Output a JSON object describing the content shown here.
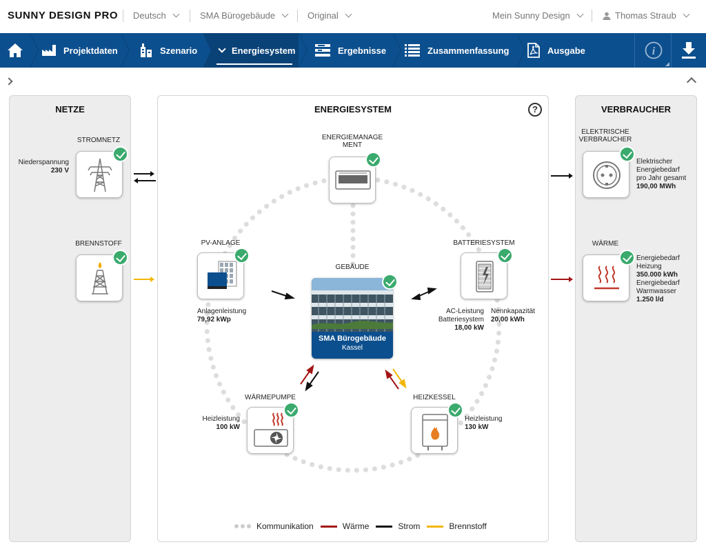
{
  "topbar": {
    "brand": "SUNNY DESIGN PRO",
    "language": "Deutsch",
    "project": "SMA Bürogebäude",
    "variant": "Original",
    "my_sunny_design": "Mein Sunny Design",
    "user": "Thomas Straub"
  },
  "nav": {
    "items": [
      {
        "label": "Projektdaten"
      },
      {
        "label": "Szenario"
      },
      {
        "label": "Energiesystem"
      },
      {
        "label": "Ergebnisse"
      },
      {
        "label": "Zusammenfassung"
      },
      {
        "label": "Ausgabe"
      }
    ]
  },
  "netze": {
    "title": "NETZE",
    "stromnetz": {
      "label": "STROMNETZ",
      "desc": "Niederspannung",
      "value": "230 V"
    },
    "brennstoff": {
      "label": "BRENNSTOFF"
    }
  },
  "energiesystem": {
    "title": "ENERGIESYSTEM",
    "help": "?",
    "em_line1": "ENERGIEMANAGE",
    "em_line2": "MENT",
    "pv": {
      "label": "PV-ANLAGE",
      "desc": "Anlagenleistung",
      "value": "79,92 kWp"
    },
    "batterie": {
      "label": "BATTERIESYSTEM",
      "desc1": "AC-Leistung",
      "desc2": "Batteriesystem",
      "value1": "18,00 kW",
      "desc3": "Nennkapazität",
      "value2": "20,00 kWh"
    },
    "gebaeude": {
      "label": "GEBÄUDE",
      "name": "SMA Bürogebäude",
      "city": "Kassel"
    },
    "waermepumpe": {
      "label": "WÄRMEPUMPE",
      "desc": "Heizleistung",
      "value": "100 kW"
    },
    "heizkessel": {
      "label": "HEIZKESSEL",
      "desc": "Heizleistung",
      "value": "130 kW"
    },
    "legend": [
      {
        "label": "Kommunikation",
        "color": "#cccccc"
      },
      {
        "label": "Wärme",
        "color": "#a31515"
      },
      {
        "label": "Strom",
        "color": "#111111"
      },
      {
        "label": "Brennstoff",
        "color": "#f2b705"
      }
    ]
  },
  "verbraucher": {
    "title": "VERBRAUCHER",
    "elektrisch": {
      "line1": "ELEKTRISCHE",
      "line2": "VERBRAUCHER",
      "desc1": "Elektrischer",
      "desc2": "Energiebedarf",
      "desc3": "pro Jahr gesamt",
      "value": "190,00 MWh"
    },
    "waerme": {
      "label": "WÄRME",
      "desc1": "Energiebedarf",
      "desc2": "Heizung",
      "value1": "350.000 kWh",
      "desc3": "Energiebedarf",
      "desc4": "Warmwasser",
      "value2": "1.250 l/d"
    }
  }
}
